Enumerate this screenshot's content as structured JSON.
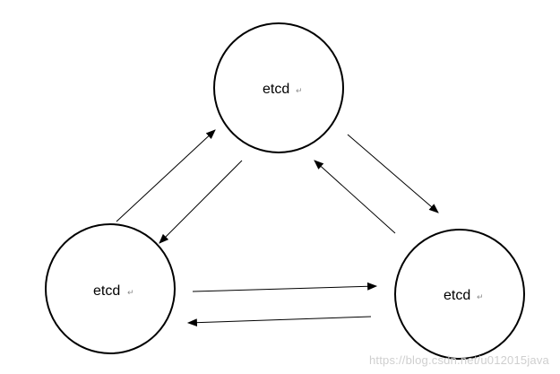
{
  "nodes": [
    {
      "id": "top",
      "label": "etcd",
      "mark": "↵"
    },
    {
      "id": "left",
      "label": "etcd",
      "mark": "↵"
    },
    {
      "id": "right",
      "label": "etcd",
      "mark": "↵"
    }
  ],
  "edges": [
    {
      "from": "left",
      "to": "top"
    },
    {
      "from": "top",
      "to": "left"
    },
    {
      "from": "top",
      "to": "right"
    },
    {
      "from": "right",
      "to": "top"
    },
    {
      "from": "left",
      "to": "right"
    },
    {
      "from": "right",
      "to": "left"
    }
  ],
  "watermark": "https://blog.csdn.net/u012015java",
  "colors": {
    "stroke": "#000000",
    "background": "#ffffff",
    "watermark": "#cfcfcf"
  }
}
